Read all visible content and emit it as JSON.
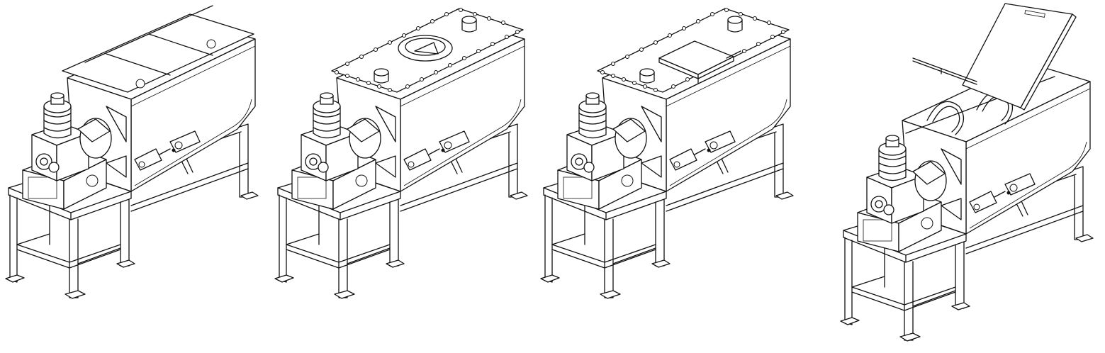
{
  "figure": {
    "background": "#ffffff",
    "line_color": "#111111",
    "panels": [
      {
        "id": "closed-segmented-lid",
        "lid": "segmented-plates"
      },
      {
        "id": "bolted-lid-round-manhole",
        "lid": "bolted-flange-round-manhole"
      },
      {
        "id": "bolted-lid-rectangular-hatch",
        "lid": "bolted-flange-rectangular-hatch"
      },
      {
        "id": "open-hinged-lid-ribbon-visible",
        "lid": "hinged-open"
      }
    ]
  }
}
